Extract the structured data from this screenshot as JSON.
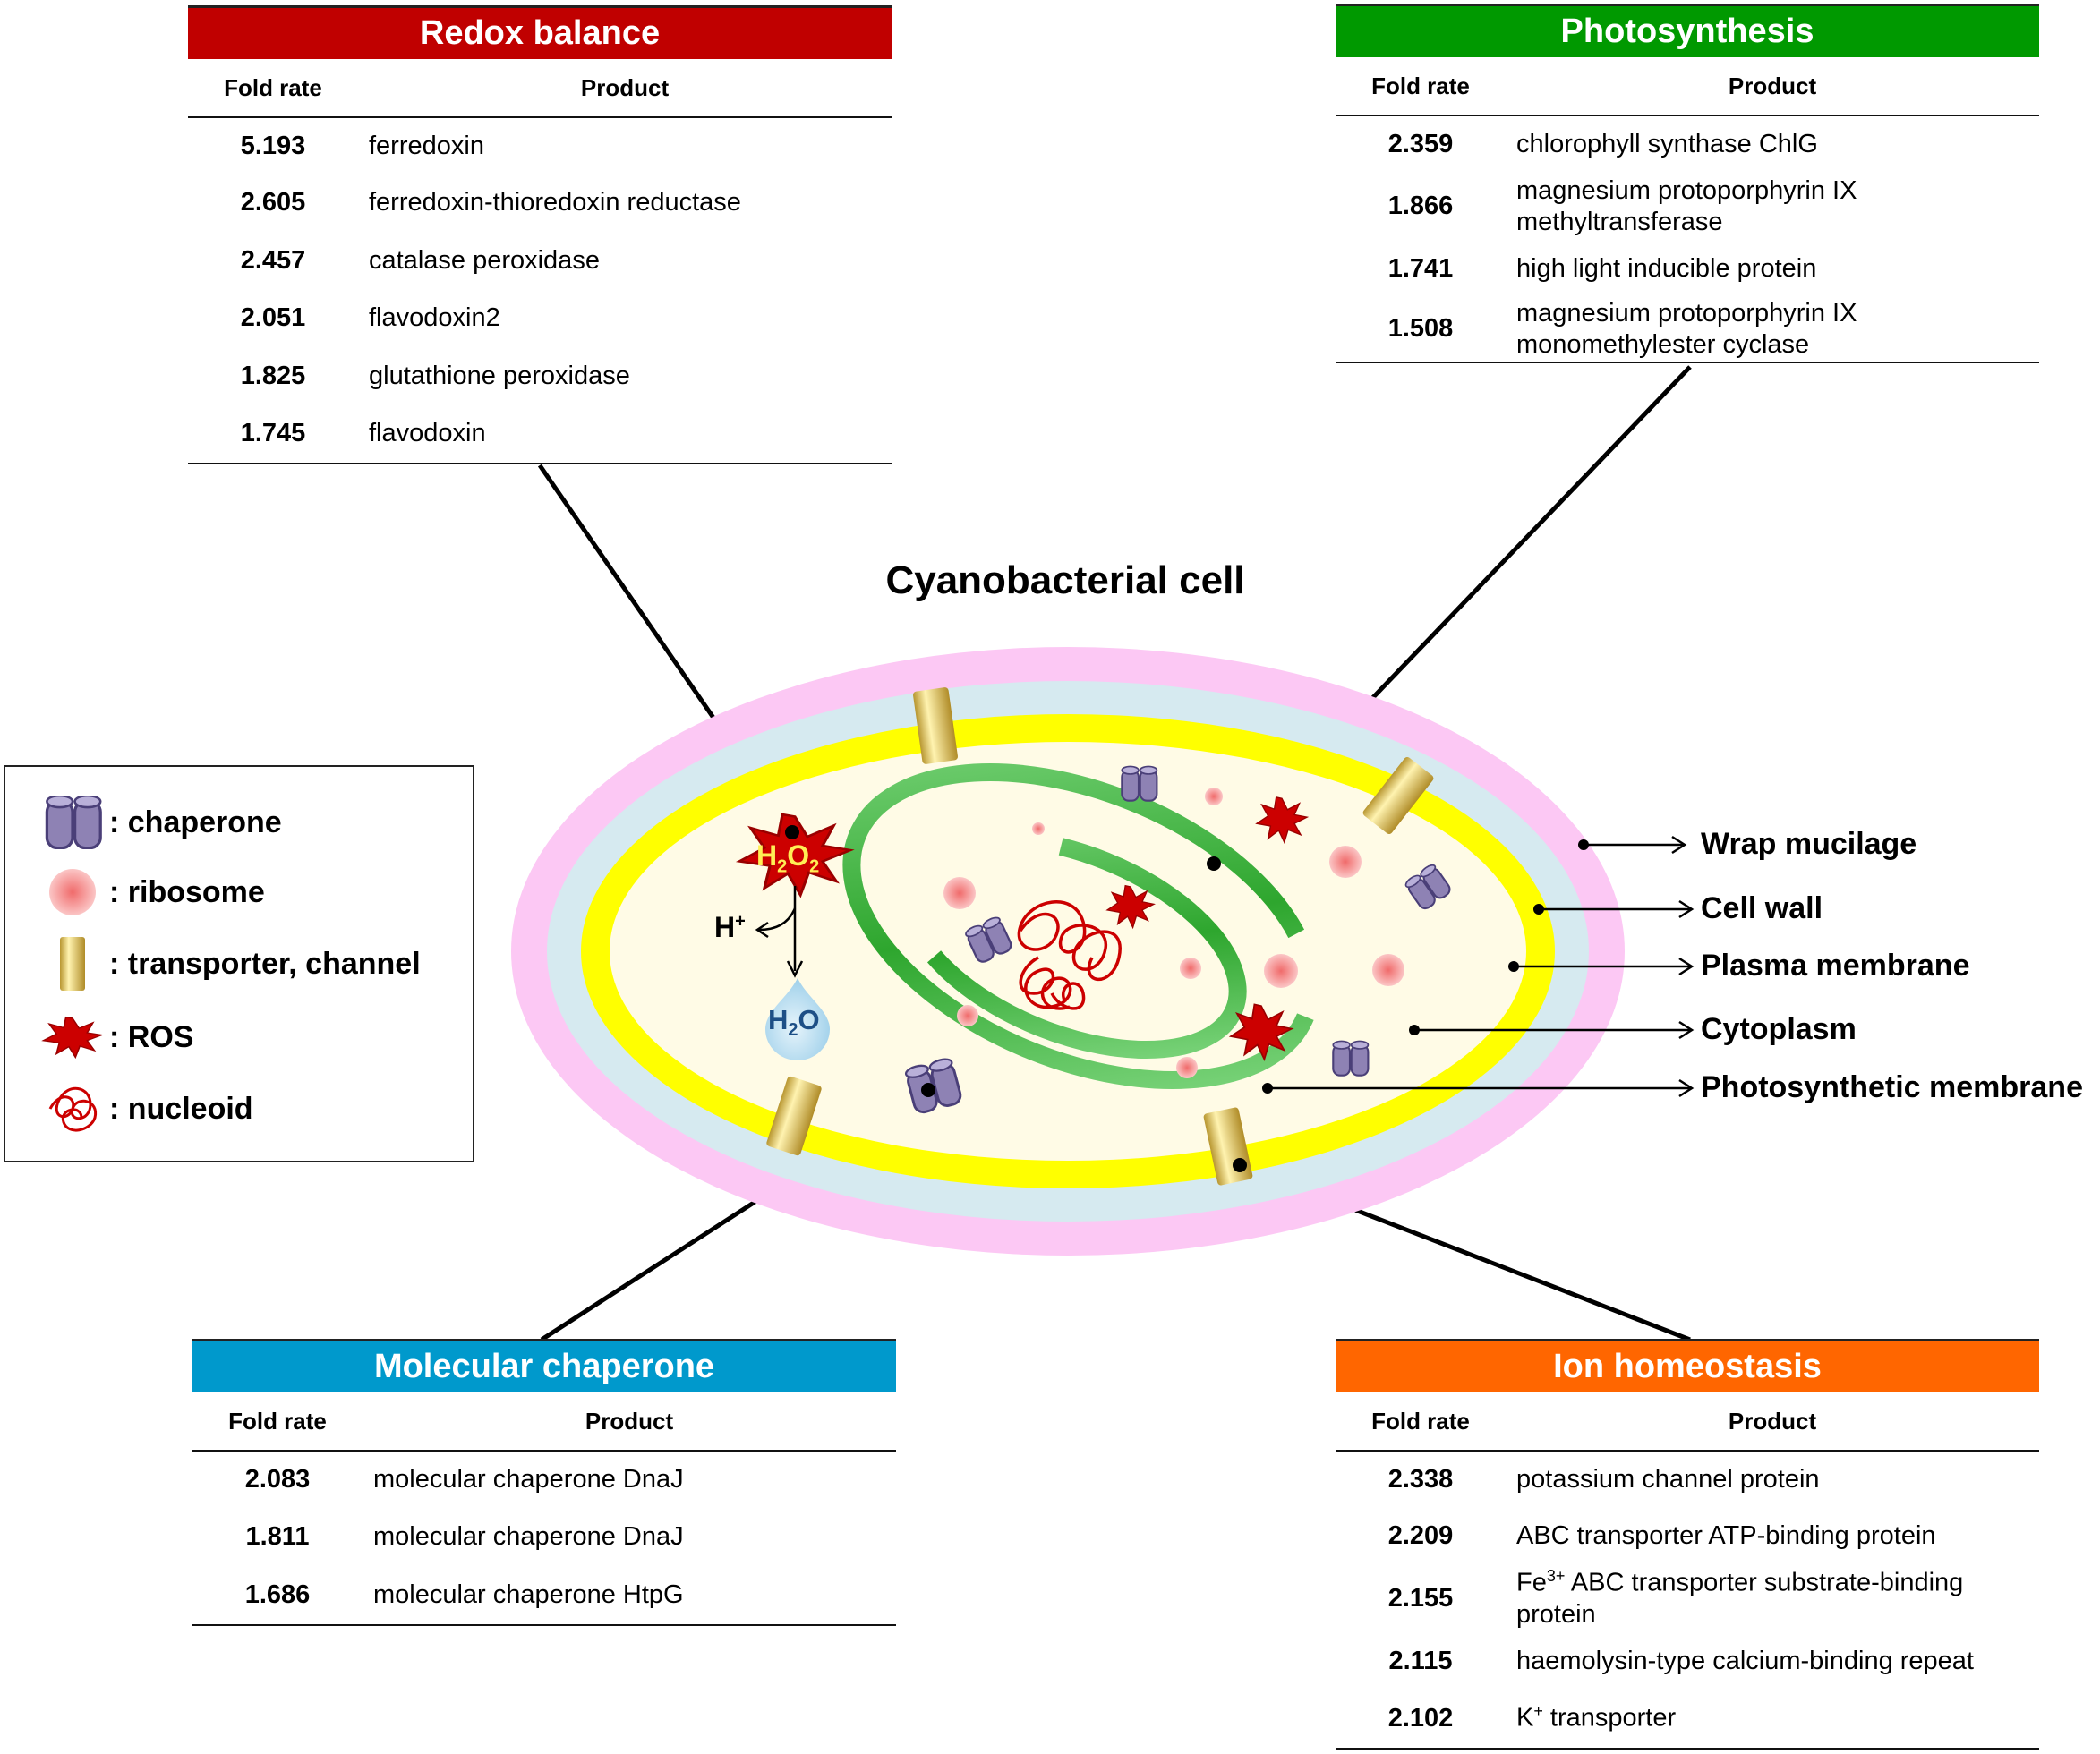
{
  "cell_title": "Cyanobacterial cell",
  "panels": {
    "redox": {
      "title": "Redox balance",
      "color": "#c00000",
      "col_fold": "Fold rate",
      "col_product": "Product",
      "rows": [
        {
          "fold": "5.193",
          "product": "ferredoxin"
        },
        {
          "fold": "2.605",
          "product": "ferredoxin-thioredoxin reductase"
        },
        {
          "fold": "2.457",
          "product": "catalase peroxidase"
        },
        {
          "fold": "2.051",
          "product": "flavodoxin2"
        },
        {
          "fold": "1.825",
          "product": "glutathione peroxidase"
        },
        {
          "fold": "1.745",
          "product": "flavodoxin"
        }
      ]
    },
    "photo": {
      "title": "Photosynthesis",
      "color": "#009900",
      "col_fold": "Fold rate",
      "col_product": "Product",
      "rows": [
        {
          "fold": "2.359",
          "product": "chlorophyll synthase ChlG"
        },
        {
          "fold": "1.866",
          "product": "magnesium protoporphyrin IX methyltransferase"
        },
        {
          "fold": "1.741",
          "product": "high light inducible protein"
        },
        {
          "fold": "1.508",
          "product": "magnesium protoporphyrin IX monomethylester  cyclase"
        }
      ]
    },
    "chaperone": {
      "title": "Molecular chaperone",
      "color": "#0099cc",
      "col_fold": "Fold rate",
      "col_product": "Product",
      "rows": [
        {
          "fold": "2.083",
          "product": "molecular chaperone DnaJ"
        },
        {
          "fold": "1.811",
          "product": "molecular chaperone DnaJ"
        },
        {
          "fold": "1.686",
          "product": "molecular chaperone HtpG"
        }
      ]
    },
    "ion": {
      "title": "Ion homeostasis",
      "color": "#ff6600",
      "col_fold": "Fold rate",
      "col_product": "Product",
      "rows": [
        {
          "fold": "2.338",
          "product": "potassium channel protein"
        },
        {
          "fold": "2.209",
          "product": "ABC transporter ATP-binding protein"
        },
        {
          "fold": "2.155",
          "product_pre": "Fe",
          "product_sup": "3+",
          "product_post": " ABC transporter substrate-binding protein"
        },
        {
          "fold": "2.115",
          "product": "haemolysin-type calcium-binding repeat"
        },
        {
          "fold": "2.102",
          "product_pre": "K",
          "product_sup": "+",
          "product_post": " transporter"
        }
      ]
    }
  },
  "legend": {
    "chaperone": ": chaperone",
    "ribosome": ": ribosome",
    "transporter": ": transporter, channel",
    "ros": ": ROS",
    "nucleoid": ": nucleoid"
  },
  "cell_labels": {
    "mucilage": "Wrap mucilage",
    "cell_wall": "Cell wall",
    "plasma": "Plasma membrane",
    "cytoplasm": "Cytoplasm",
    "photo_membrane": "Photosynthetic membrane"
  },
  "chem": {
    "h2o2_base1": "H",
    "h2o2_sub1": "2",
    "h2o2_base2": "O",
    "h2o2_sub2": "2",
    "hplus_base": "H",
    "hplus_sup": "+",
    "h2o_base1": "H",
    "h2o_sub": "2",
    "h2o_base2": "O"
  },
  "colors": {
    "mucilage": "#fcc8f4",
    "cell_wall": "#d6eaf0",
    "plasma_membrane": "#ffff00",
    "cytoplasm": "#fffbe6",
    "thylakoid": "#33b233",
    "ros": "#cc0000",
    "ribosome": "#f59a9a",
    "chaperone": "#8e82b4",
    "transporter": "#d7b750",
    "nucleoid": "#cc0000",
    "water_drop": "#aed8ee"
  }
}
